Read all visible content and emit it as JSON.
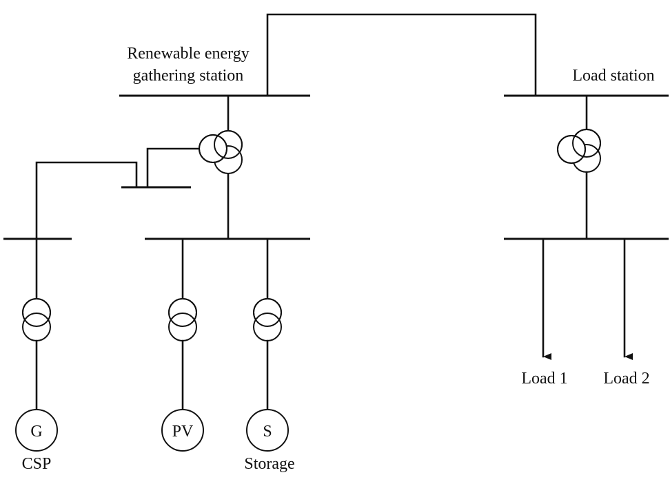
{
  "labels": {
    "renewable_station_line1": "Renewable energy",
    "renewable_station_line2": "gathering station",
    "load_station": "Load station",
    "load1": "Load 1",
    "load2": "Load 2",
    "csp": "CSP",
    "storage": "Storage"
  },
  "sources": {
    "generator_symbol": "G",
    "pv_symbol": "PV",
    "storage_symbol": "S"
  }
}
